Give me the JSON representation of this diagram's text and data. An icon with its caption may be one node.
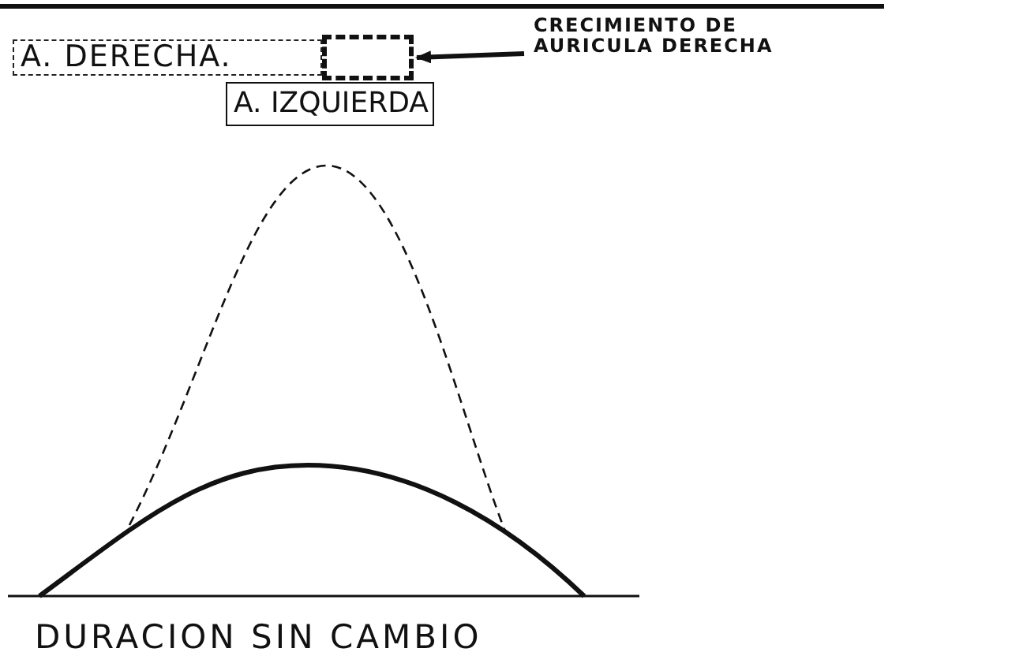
{
  "diagram": {
    "nodes": [
      {
        "text": [
          "A. DERECHA."
        ]
      },
      {
        "text": [],
        "shape": "box"
      },
      {
        "text": [
          "CRECIMIENTO DE AURICULA DERECHA"
        ]
      },
      {
        "text": [
          "A. IZQUIERDA"
        ]
      }
    ],
    "edges": [
      {
        "from": 2,
        "to": 1,
        "arrow": "to"
      }
    ],
    "labels": [
      "DURACION SIN CAMBIO"
    ]
  }
}
